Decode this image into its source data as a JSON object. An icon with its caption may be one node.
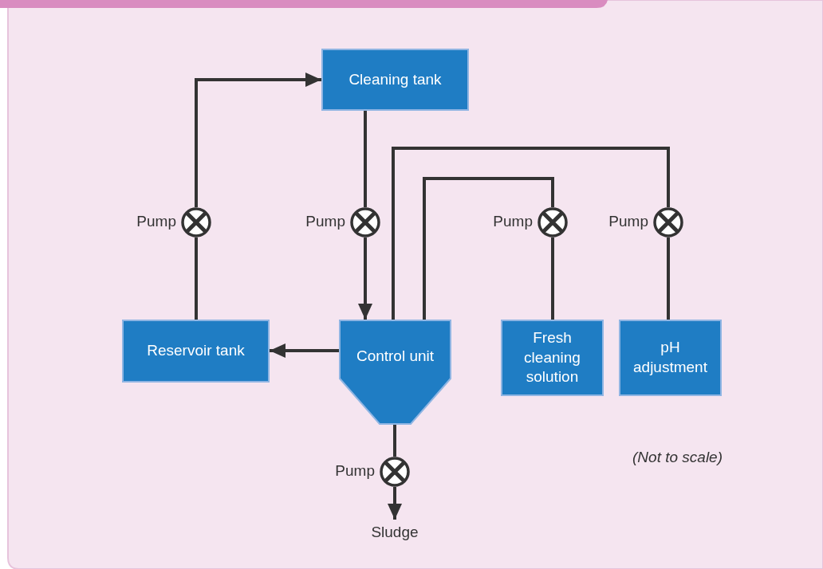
{
  "diagram": {
    "nodes": [
      {
        "text": [
          "Cleaning tank"
        ]
      },
      {
        "text": [],
        "shape": "circle",
        "beside": [
          "Pump"
        ]
      },
      {
        "text": [],
        "shape": "circle",
        "beside": [
          "Pump"
        ]
      },
      {
        "text": [],
        "shape": "circle",
        "beside": [
          "Pump"
        ]
      },
      {
        "text": [],
        "shape": "circle",
        "beside": [
          "Pump"
        ]
      },
      {
        "text": [
          "Reservoir tank"
        ]
      },
      {
        "text": [
          "Control unit"
        ]
      },
      {
        "text": [
          "Fresh cleaning solution"
        ]
      },
      {
        "text": [
          "pH adjustment"
        ]
      },
      {
        "text": [],
        "shape": "circle",
        "beside": [
          "Pump"
        ]
      },
      {
        "text": [
          "Sludge"
        ]
      }
    ],
    "edges": [
      {
        "from": 5,
        "to": 1,
        "arrow": "none"
      },
      {
        "from": 1,
        "to": 0,
        "arrow": "to"
      },
      {
        "from": 0,
        "to": 2,
        "arrow": "none"
      },
      {
        "from": 2,
        "to": 6,
        "arrow": "to"
      },
      {
        "from": 6,
        "to": 5,
        "arrow": "to"
      },
      {
        "from": 7,
        "to": 3,
        "arrow": "none"
      },
      {
        "from": 3,
        "to": 6,
        "arrow": "none"
      },
      {
        "from": 8,
        "to": 4,
        "arrow": "none"
      },
      {
        "from": 4,
        "to": 6,
        "arrow": "none"
      },
      {
        "from": 6,
        "to": 9,
        "arrow": "none"
      },
      {
        "from": 9,
        "to": 10,
        "arrow": "to"
      }
    ],
    "labels": [
      "(Not to scale)"
    ]
  }
}
